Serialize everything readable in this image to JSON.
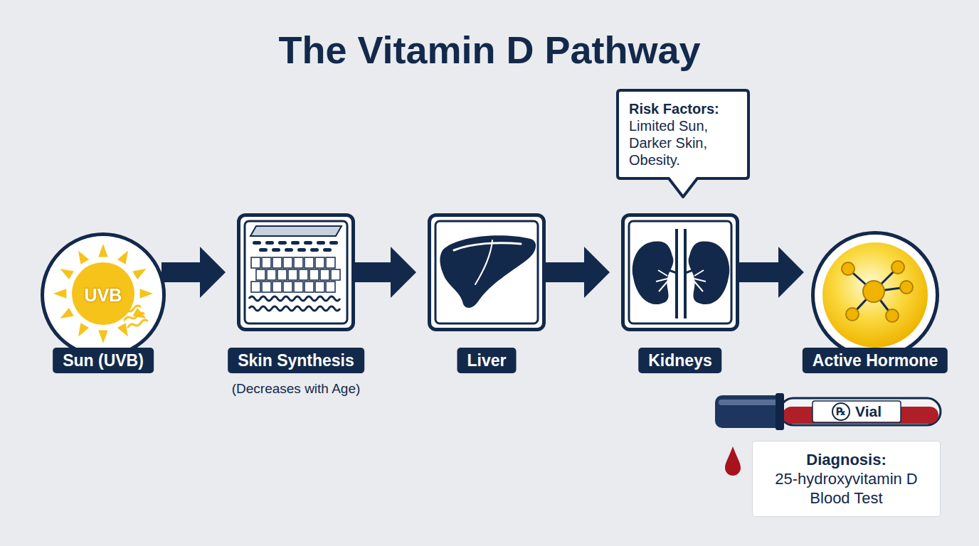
{
  "diagram": {
    "title": "The Vitamin D Pathway",
    "nodes": [
      {
        "text": [
          "UVB",
          "Sun (UVB)"
        ]
      },
      {
        "text": [
          "Skin Synthesis",
          "(Decreases with Age)"
        ]
      },
      {
        "text": [
          "Liver"
        ]
      },
      {
        "text": [
          "Kidneys"
        ]
      },
      {
        "text": [
          "Active Hormone"
        ]
      },
      {
        "text": [
          "Risk Factors:",
          "Limited Sun, Darker Skin, Obesity."
        ]
      },
      {
        "text": [
          "℞",
          "Vial"
        ]
      },
      {
        "text": [
          "Diagnosis:",
          "25-hydroxyvitamin D Blood Test"
        ]
      }
    ],
    "edges": [
      {
        "from": 0,
        "to": 1,
        "arrow": "to"
      },
      {
        "from": 1,
        "to": 2,
        "arrow": "to"
      },
      {
        "from": 2,
        "to": 3,
        "arrow": "to"
      },
      {
        "from": 3,
        "to": 4,
        "arrow": "to"
      }
    ]
  }
}
